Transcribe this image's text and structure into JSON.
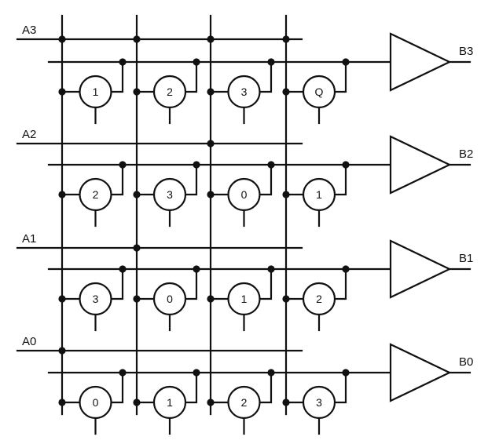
{
  "diagram": {
    "input_labels": [
      "A3",
      "A2",
      "A1",
      "A0"
    ],
    "output_labels": [
      "B3",
      "B2",
      "B1",
      "B0"
    ],
    "cell_values": [
      [
        "1",
        "2",
        "3",
        "Q"
      ],
      [
        "2",
        "3",
        "0",
        "1"
      ],
      [
        "3",
        "0",
        "1",
        "2"
      ],
      [
        "0",
        "1",
        "2",
        "3"
      ]
    ],
    "cell_tap_columns": [
      [
        0,
        1,
        2,
        3
      ],
      [
        0,
        1,
        2,
        3
      ],
      [
        0,
        1,
        2,
        3
      ],
      [
        0,
        1,
        2,
        3
      ]
    ],
    "row_junction_columns": [
      [
        0,
        1,
        2,
        3
      ],
      [
        2
      ],
      [
        1
      ],
      [
        0
      ]
    ],
    "stroke_color": "#111111",
    "background_color": "#ffffff"
  }
}
